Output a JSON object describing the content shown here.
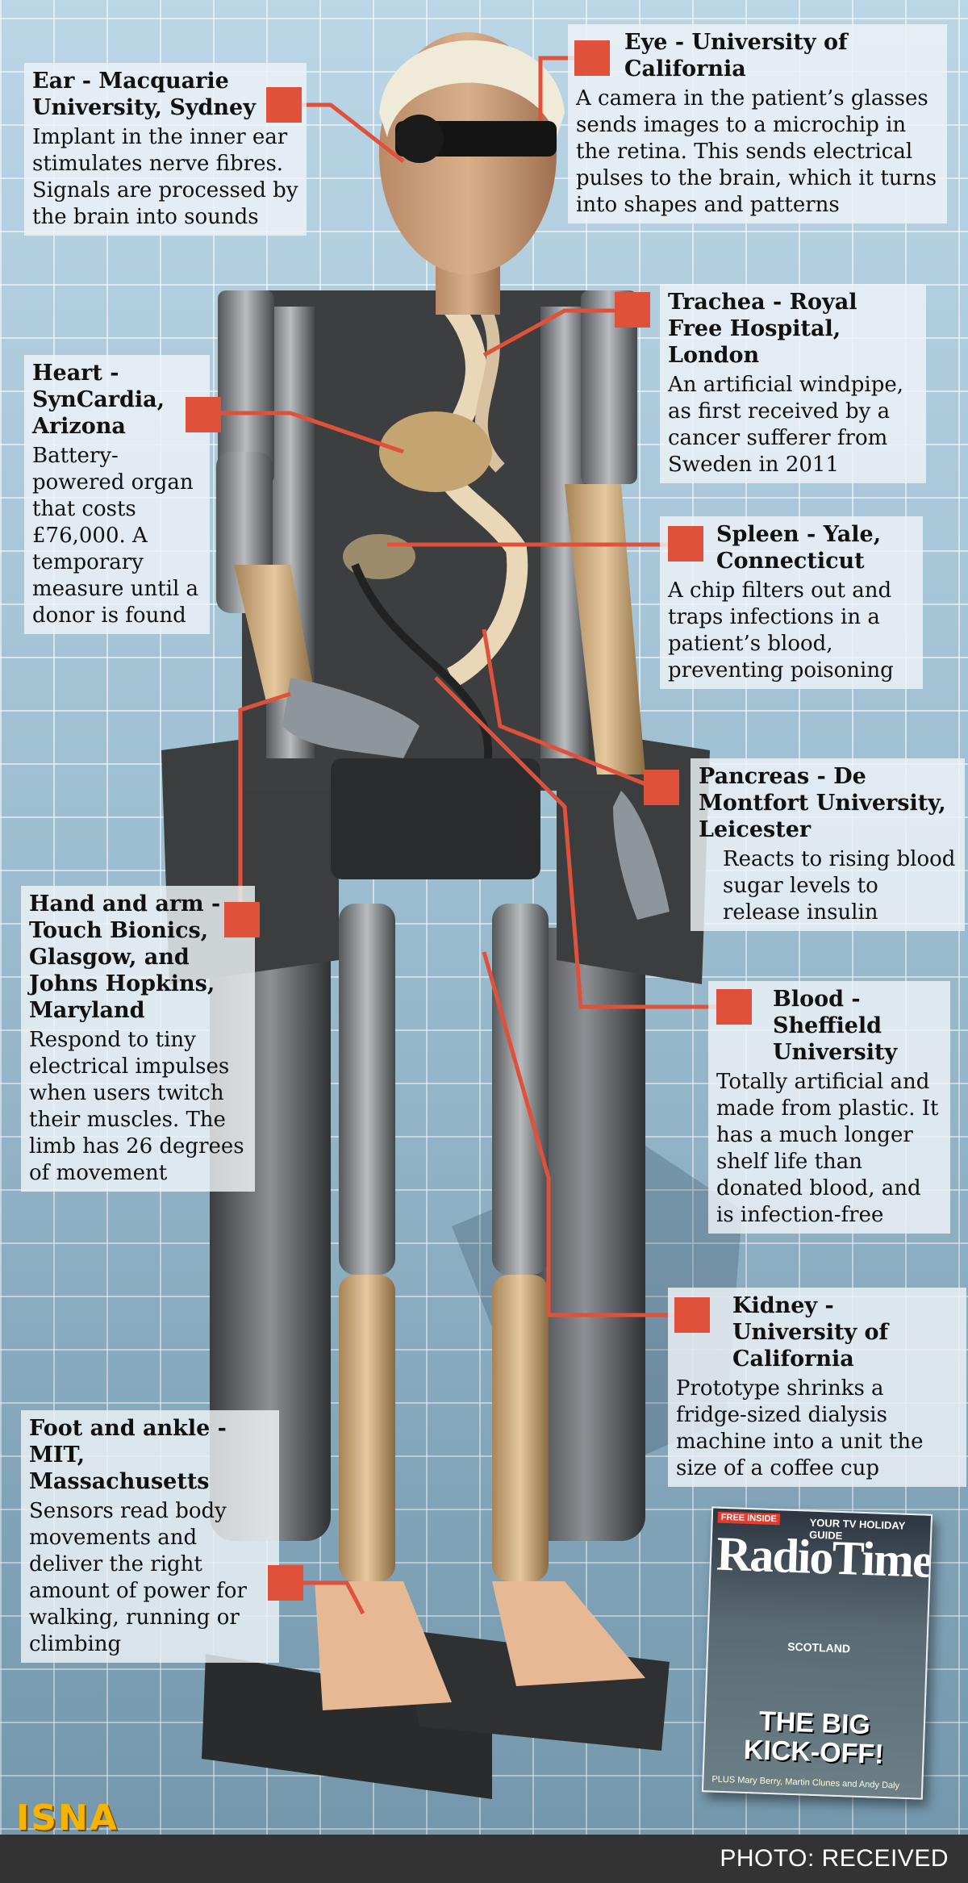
{
  "labels": [
    {
      "id": "ear",
      "title": "Ear - Macquarie University, Sydney",
      "text": "Implant in the inner ear stimulates nerve fibres. Signals are processed by the brain into sounds"
    },
    {
      "id": "eye",
      "title": "Eye - University of California",
      "text": "A camera in the patient’s glasses sends images to a microchip in the retina. This sends electrical pulses to the brain, which it turns into shapes and patterns"
    },
    {
      "id": "trachea",
      "title": "Trachea - Royal Free Hospital, London",
      "text": "An artificial windpipe, as first received by a cancer sufferer from Sweden in 2011"
    },
    {
      "id": "heart",
      "title": "Heart - SynCardia, Arizona",
      "text": "Battery-powered organ that costs £76,000. A temporary measure until a donor is found"
    },
    {
      "id": "spleen",
      "title": "Spleen - Yale, Connecticut",
      "text": "A chip filters out and traps infections in a patient’s blood, preventing poisoning"
    },
    {
      "id": "pancreas",
      "title": "Pancreas - De Montfort University, Leicester",
      "text": "Reacts to rising blood sugar levels to release insulin"
    },
    {
      "id": "hand",
      "title": "Hand and arm - Touch Bionics, Glasgow, and Johns Hopkins, Maryland",
      "text": "Respond to tiny electrical impulses when users twitch their muscles. The limb has 26 degrees of movement"
    },
    {
      "id": "blood",
      "title": "Blood - Sheffield University",
      "text": "Totally artificial and made from plastic. It has a much longer shelf life than donated blood, and is infection-free"
    },
    {
      "id": "kidney",
      "title": "Kidney - University of California",
      "text": "Prototype shrinks a fridge-sized dialysis machine into a unit the size of a coffee cup"
    },
    {
      "id": "foot",
      "title": "Foot and ankle - MIT, Massachusetts",
      "text": "Sensors read body movements and deliver the right amount of power for walking, running or climbing"
    }
  ],
  "magazine": {
    "badge": "FREE INSIDE",
    "guide": "YOUR TV HOLIDAY GUIDE",
    "brand": "RadioTimes",
    "line1": "SCOTLAND",
    "headline": "THE BIG KICK-OFF!",
    "footer": "PLUS Mary Berry, Martin Clunes and Andy Daly"
  },
  "logo": "ISNA",
  "credit": "PHOTO: RECEIVED",
  "colors": {
    "accent": "#e0513b",
    "footer": "#333333",
    "logo": "#f5b400"
  }
}
